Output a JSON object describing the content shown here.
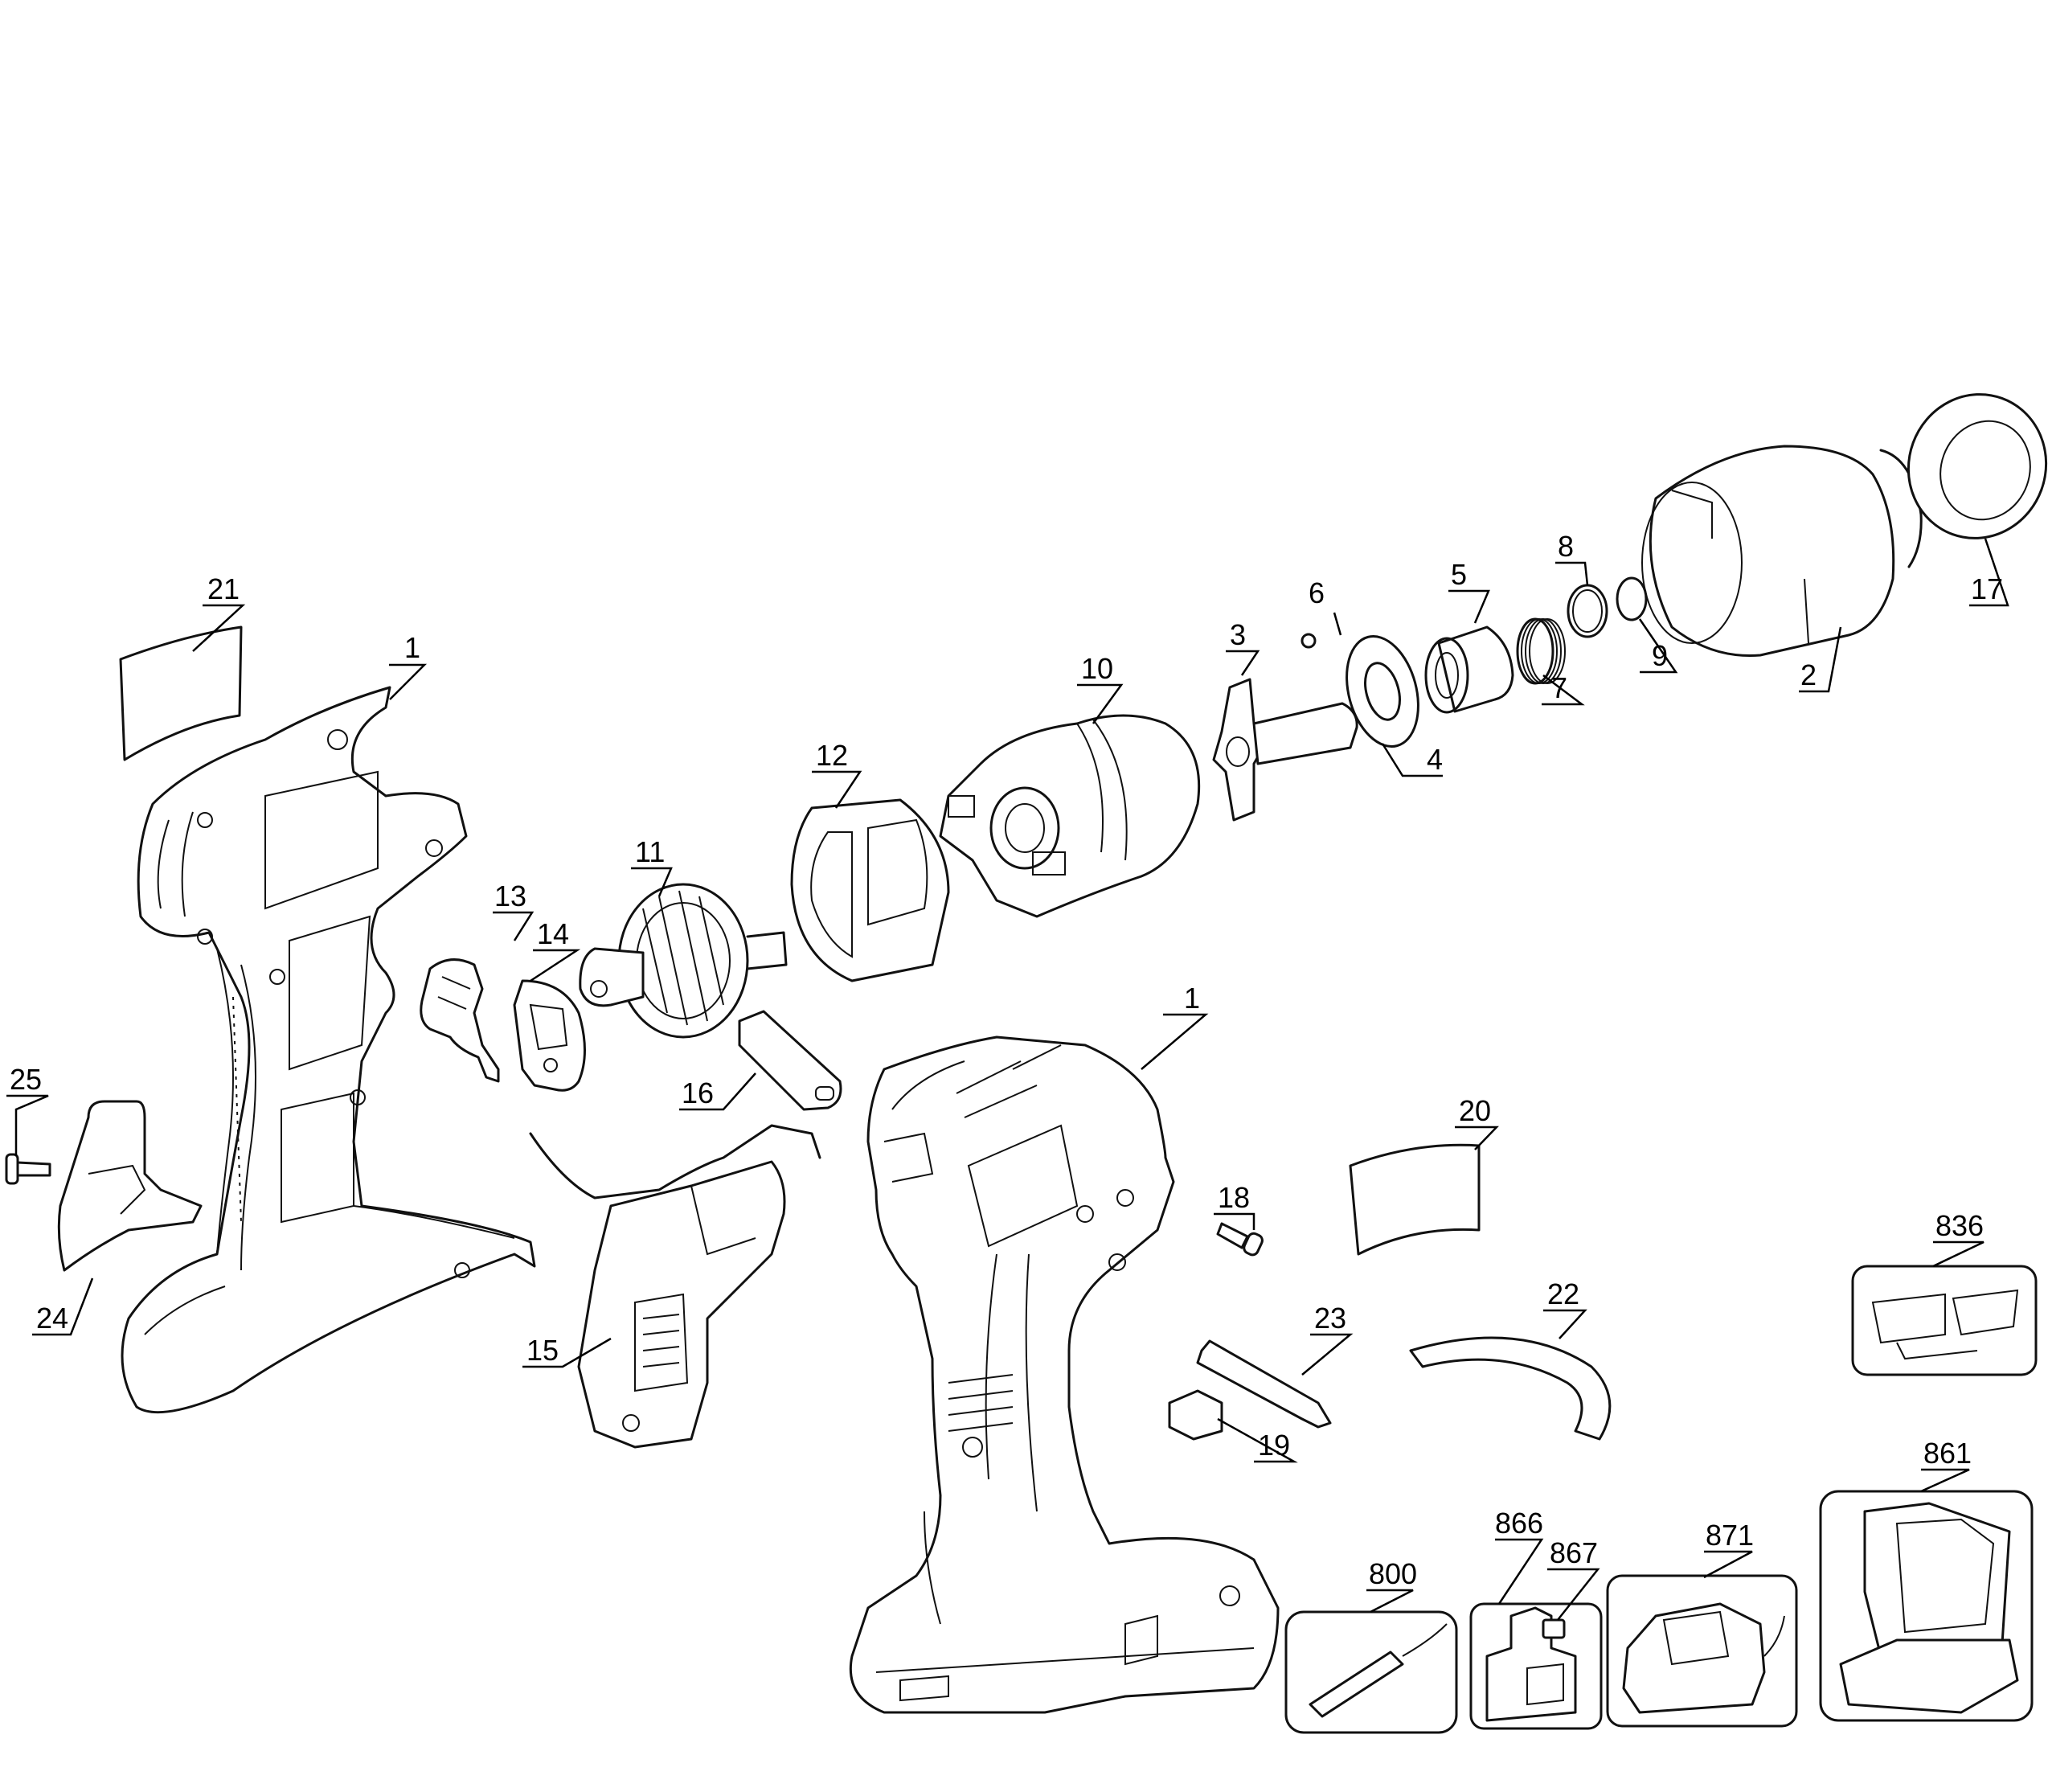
{
  "colors": {
    "line": "#111111",
    "background": "#ffffff"
  },
  "callouts": {
    "p1_upper": "1",
    "p1_lower": "1",
    "p2": "2",
    "p3": "3",
    "p4": "4",
    "p5": "5",
    "p6": "6",
    "p7": "7",
    "p8": "8",
    "p9": "9",
    "p10": "10",
    "p11": "11",
    "p12": "12",
    "p13": "13",
    "p14": "14",
    "p15": "15",
    "p16": "16",
    "p17": "17",
    "p18": "18",
    "p19": "19",
    "p20": "20",
    "p21": "21",
    "p22": "22",
    "p23": "23",
    "p24": "24",
    "p25": "25",
    "p800": "800",
    "p836": "836",
    "p861": "861",
    "p866": "866",
    "p867": "867",
    "p871": "871"
  }
}
